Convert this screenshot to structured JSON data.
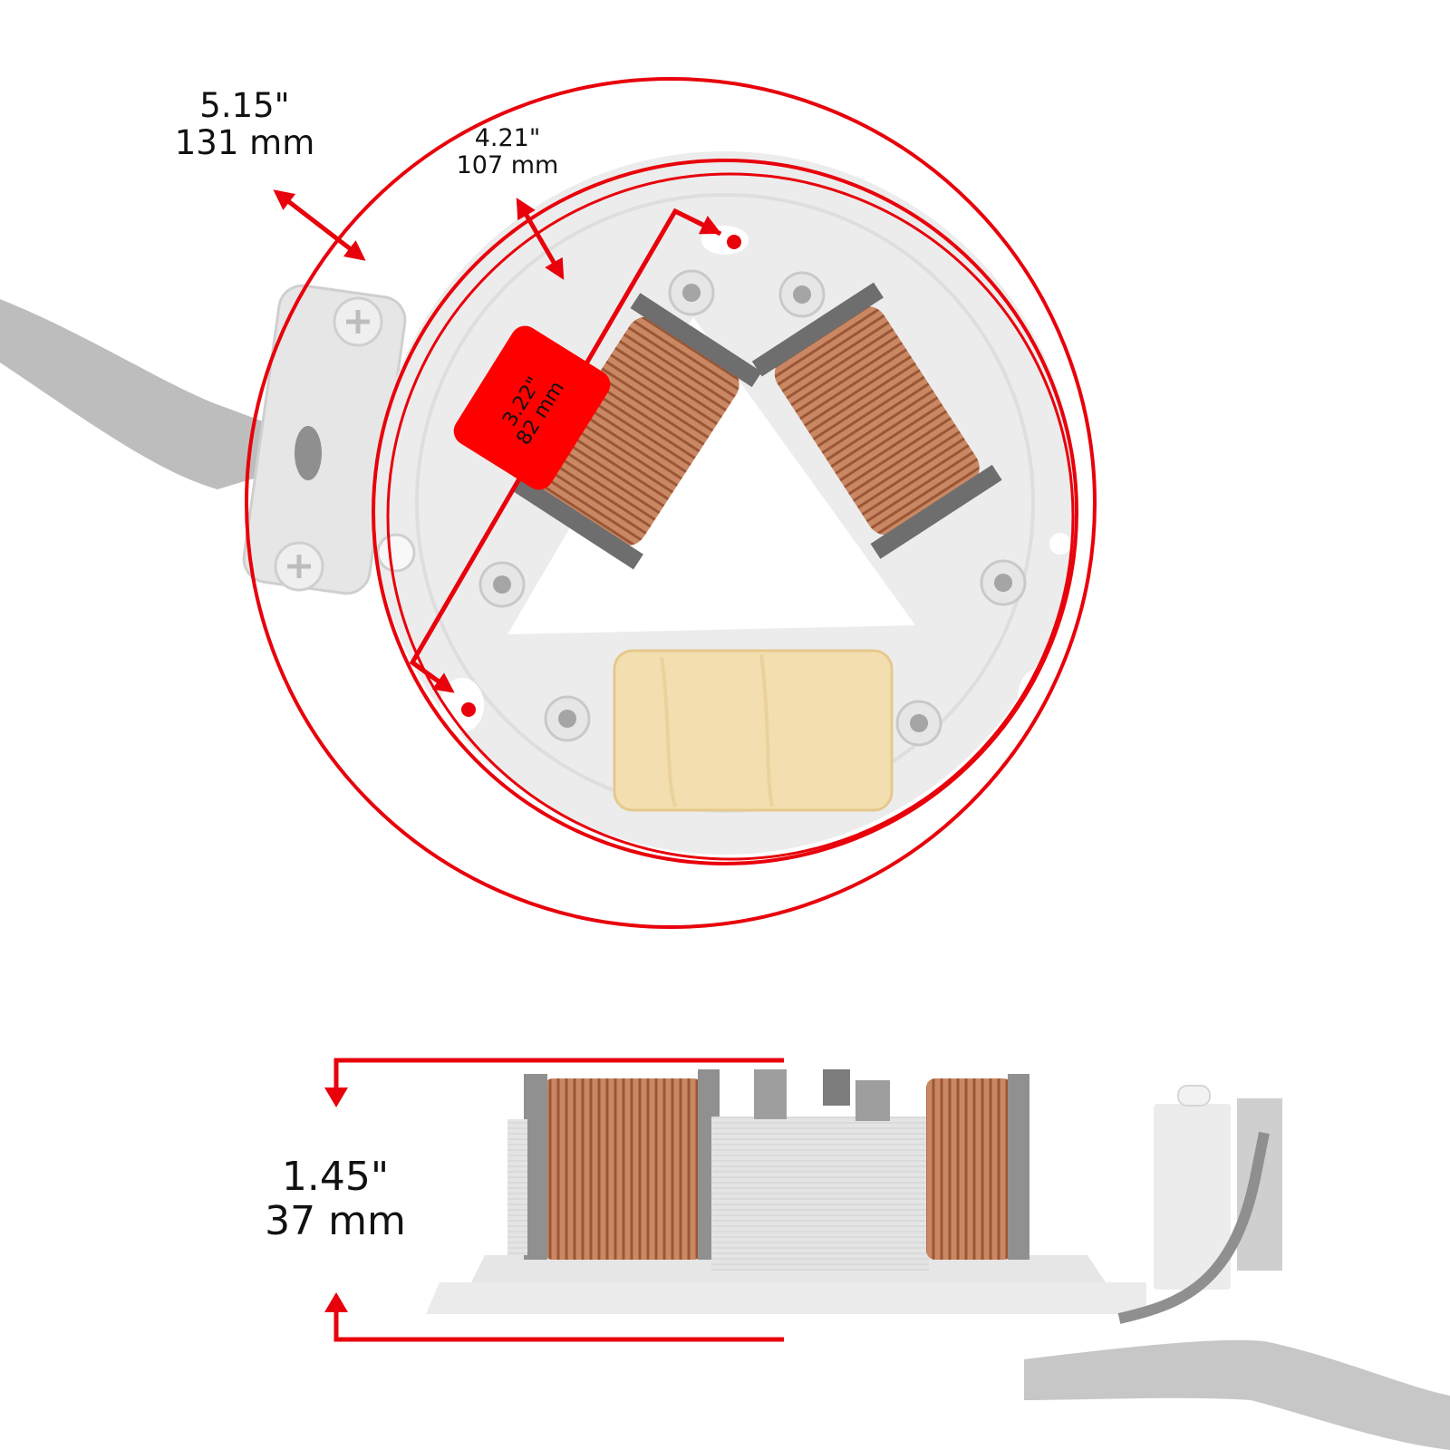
{
  "colors": {
    "annotation_red": "#e8000b",
    "tag_red": "#ff0000",
    "text": "#111111",
    "plate": "#ececec",
    "plate_shade": "#d9d9d9",
    "copper": "#c07a55",
    "copper_dark": "#8e4a2e",
    "insulation": "#f2dcaa",
    "cable": "#bdbdbd"
  },
  "top_view": {
    "outer_diameter": {
      "inches": "5.15\"",
      "mm": "131 mm"
    },
    "mounting_ring_diameter": {
      "inches": "4.21\"",
      "mm": "107 mm"
    },
    "mounting_hole_spacing": {
      "inches": "3.22\"",
      "mm": "82 mm"
    }
  },
  "side_view": {
    "height": {
      "inches": "1.45\"",
      "mm": "37 mm"
    }
  }
}
